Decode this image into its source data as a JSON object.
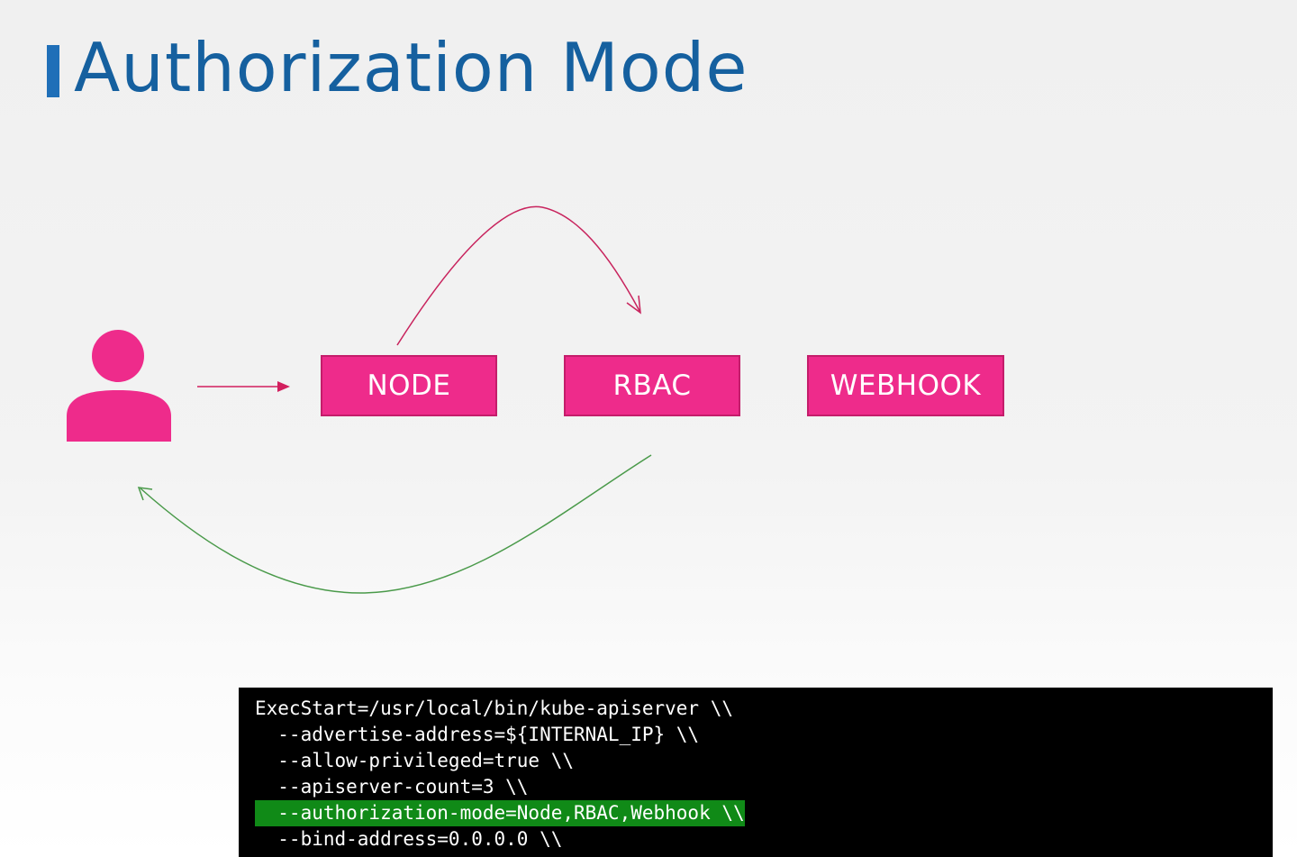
{
  "title": "Authorization Mode",
  "modes": [
    {
      "label": "NODE"
    },
    {
      "label": "RBAC"
    },
    {
      "label": "WEBHOOK"
    }
  ],
  "colors": {
    "title": "#15609f",
    "accent_bar": "#1f6fb8",
    "box_fill": "#ee2b8b",
    "user_icon": "#ee2b8b",
    "forward_arrow": "#d21f5e",
    "return_arrow": "#4a9a4a",
    "code_background": "#000000",
    "code_highlight": "#108a17"
  },
  "code": {
    "lines": [
      "ExecStart=/usr/local/bin/kube-apiserver \\\\",
      "  --advertise-address=${INTERNAL_IP} \\\\",
      "  --allow-privileged=true \\\\",
      "  --apiserver-count=3 \\\\",
      "  --authorization-mode=Node,RBAC,Webhook \\\\",
      "  --bind-address=0.0.0.0 \\\\"
    ],
    "highlighted_line_index": 4
  }
}
